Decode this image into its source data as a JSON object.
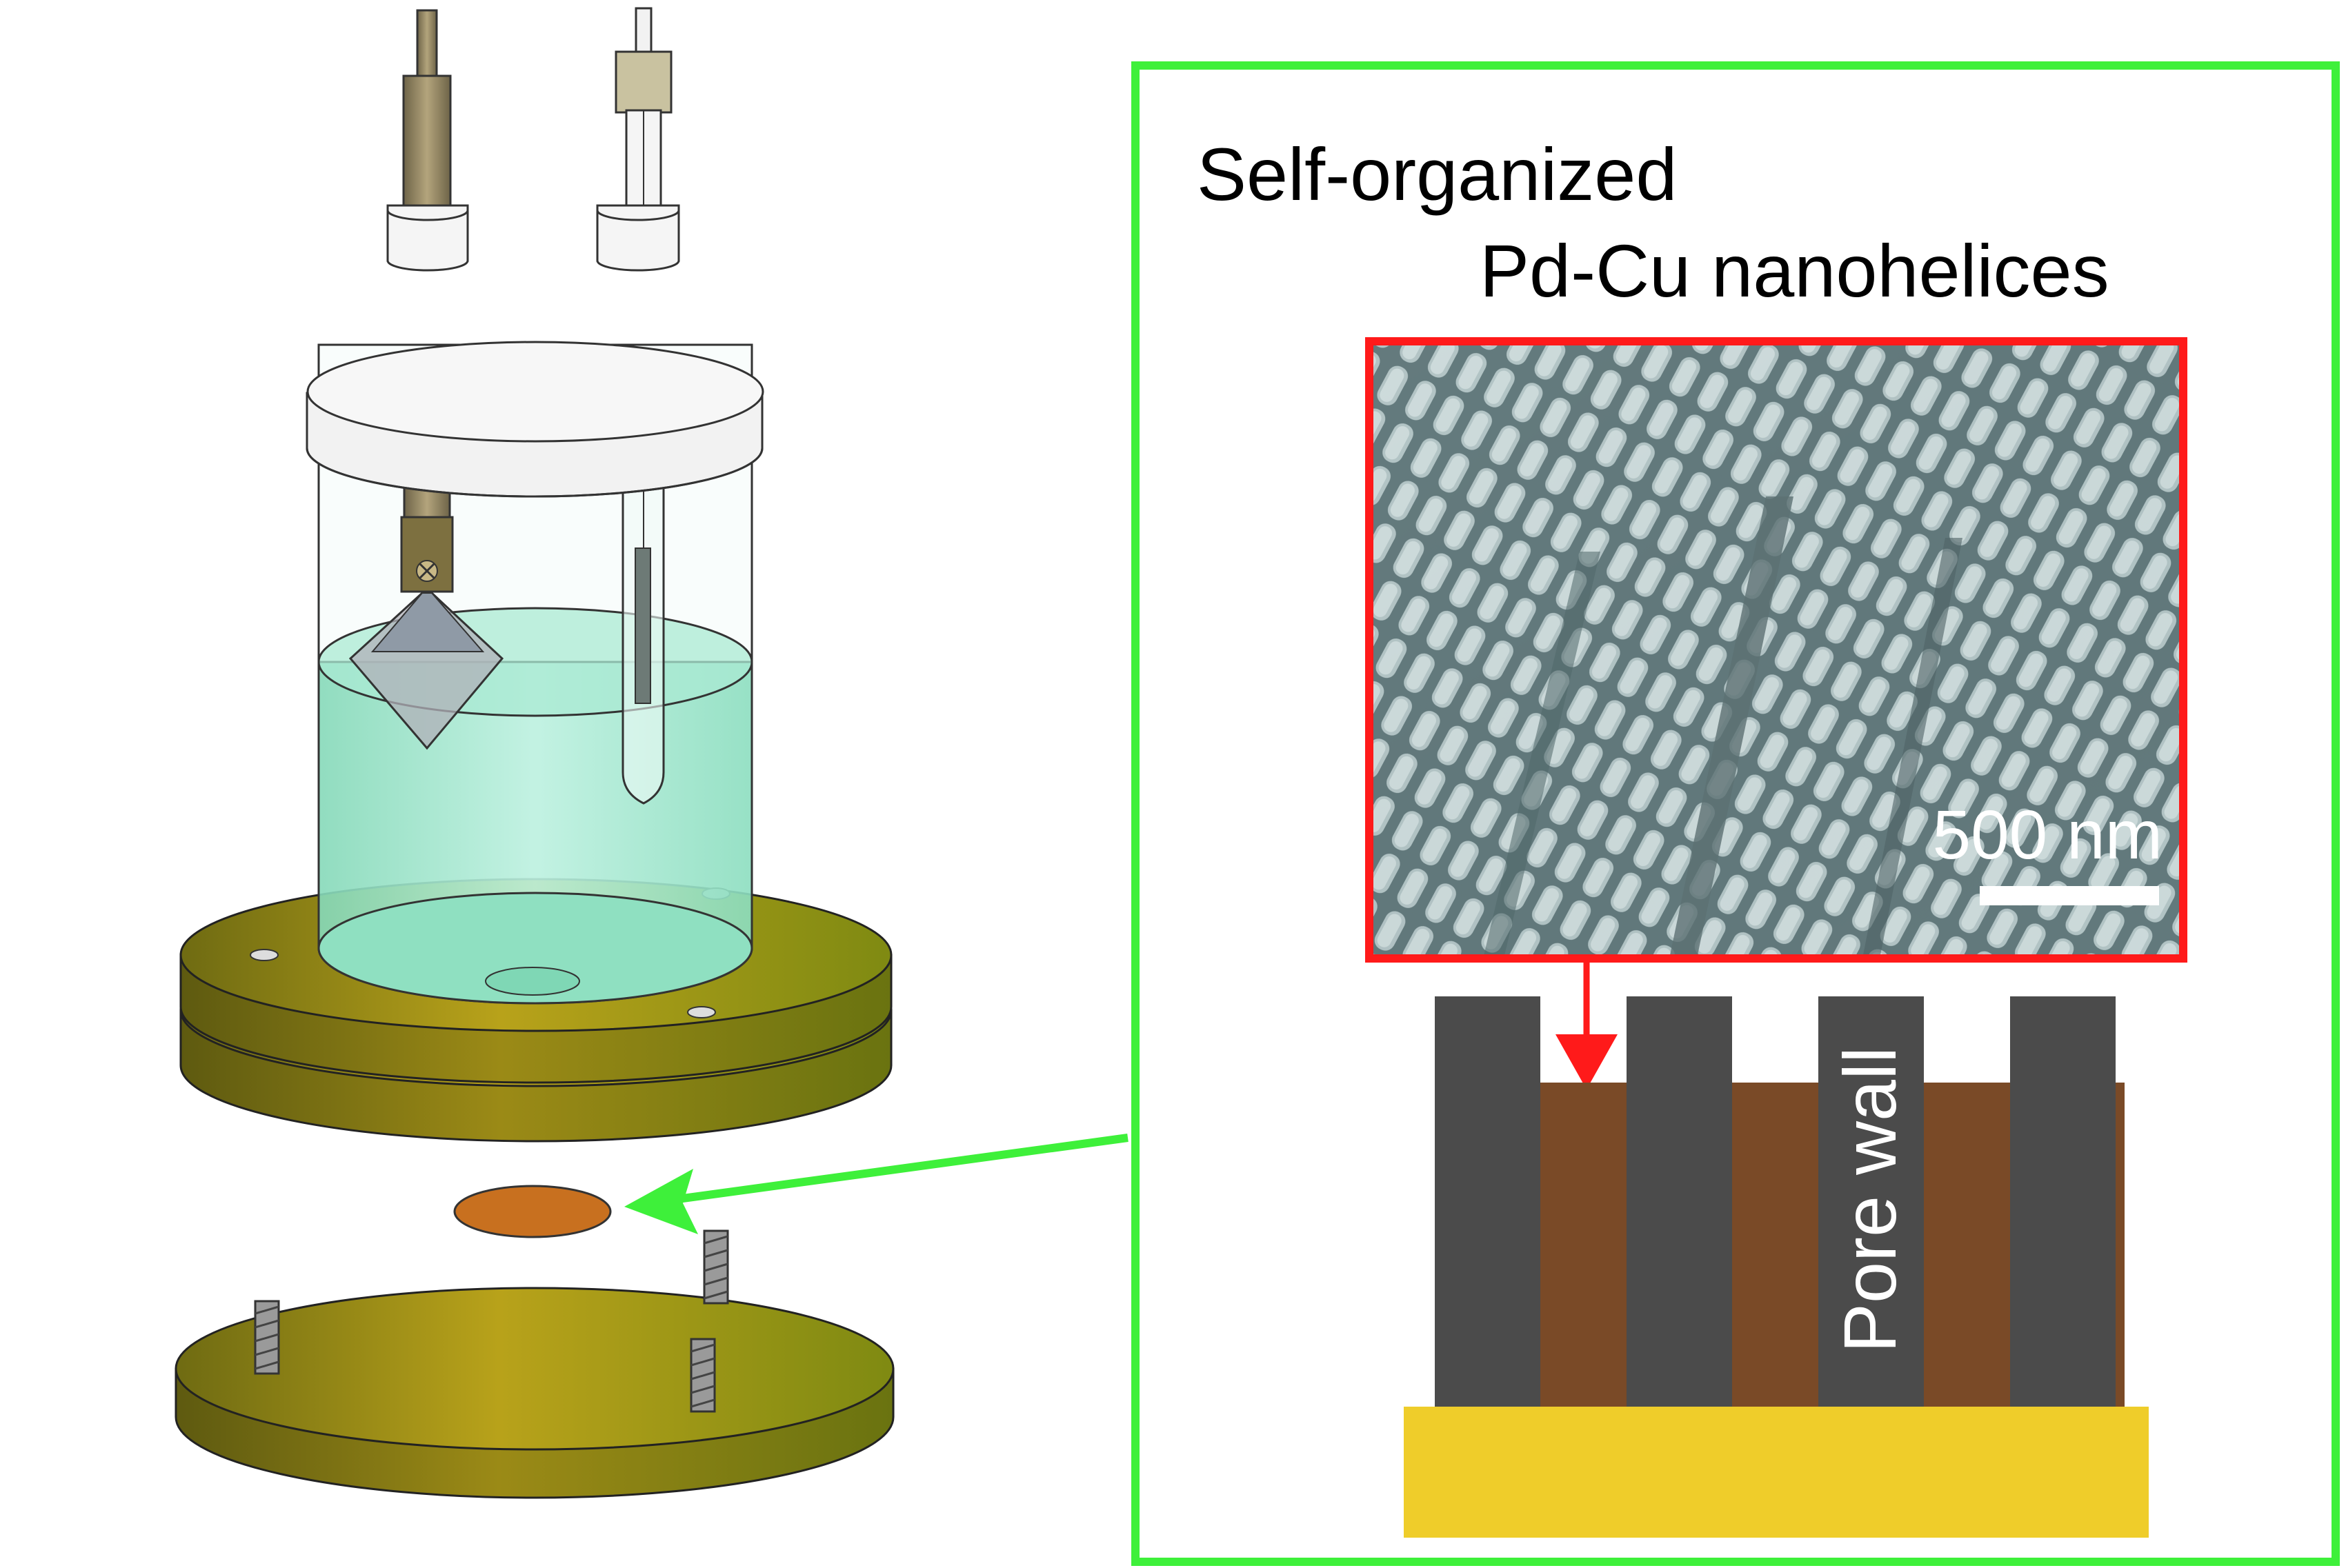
{
  "title_line1": "Self-organized",
  "title_line2": "Pd-Cu nanohelices",
  "scale_bar_label": "500 nm",
  "pore_label": "Pore wall",
  "colors": {
    "frame_green": "#3ef03a",
    "sem_red": "#ff1a1a",
    "pore_wall": "#4b4b4b",
    "deposit_brown": "#7a4a27",
    "substrate_gold": "#efcd2a",
    "electrolyte": "#90e6c8",
    "holder_olive": "#a39b1c",
    "sample_disc": "#c8701f"
  },
  "icons": [
    "electrochemical-cell-icon",
    "working-electrode-icon",
    "reference-electrode-icon",
    "cell-lid-icon",
    "holder-plate-icon",
    "sample-disc-icon",
    "screw-icon"
  ]
}
